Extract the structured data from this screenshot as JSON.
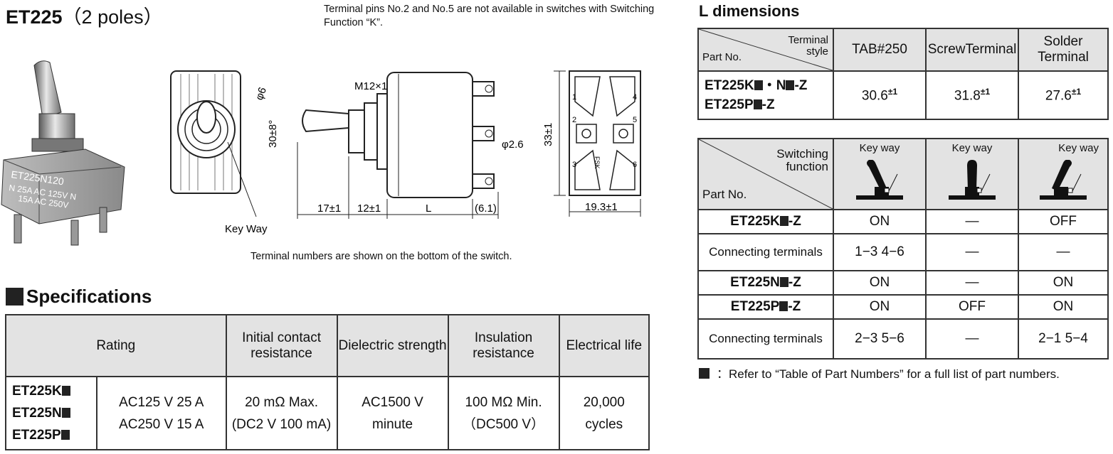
{
  "header": {
    "model": "ET225",
    "poles": "（2 poles）",
    "note_top": "Terminal pins No.2 and No.5 are not available in switches with Switching Function “K”.",
    "note_bottom": "Terminal numbers are shown on the bottom of the switch."
  },
  "photo": {
    "marking_1": "ET225N120",
    "marking_2": "N 25A AC 125V N",
    "marking_3": "15A AC 250V"
  },
  "drawing": {
    "phi6": "φ6",
    "thread": "M12×1",
    "angle": "30±8°",
    "phi26": "φ2.6",
    "h33": "33±1",
    "d17": "17±1",
    "d12": "12±1",
    "dL": "L",
    "d61": "(6.1)",
    "d193": "19.3±1",
    "key_way": "Key Way",
    "terminal_numbers": [
      "1",
      "2",
      "3",
      "4",
      "5",
      "6"
    ],
    "fsk": "FSK"
  },
  "specifications": {
    "heading": "Specifications",
    "headers": [
      "Rating",
      "Initial contact resistance",
      "Dielectric strength",
      "Insulation resistance",
      "Electrical life"
    ],
    "part_numbers": [
      "ET225K",
      "ET225N",
      "ET225P"
    ],
    "rating": [
      "AC125 V 25 A",
      "AC250 V 15 A"
    ],
    "contact_resistance": [
      "20 mΩ  Max.",
      "(DC2 V 100 mA)"
    ],
    "dielectric": [
      "AC1500 V",
      "minute"
    ],
    "insulation": [
      "100 MΩ  Min.",
      "（DC500 V）"
    ],
    "life": [
      "20,000",
      "cycles"
    ]
  },
  "l_dimensions": {
    "title": "L dimensions",
    "corner_top": "Terminal style",
    "corner_bottom": "Part No.",
    "columns": [
      "TAB#250",
      "ScrewTerminal",
      "Solder Terminal"
    ],
    "part_1": "ET225K",
    "part_1b": "・N",
    "part_1c": "-Z",
    "part_2": "ET225P",
    "part_2c": "-Z",
    "values": [
      "30.6",
      "31.8",
      "27.6"
    ],
    "tol": "±1"
  },
  "switching": {
    "corner_top": "Switching function",
    "corner_bottom": "Part No.",
    "key_way": "Key way",
    "rows": [
      {
        "part": "ET225K",
        "suffix": "-Z",
        "cells": [
          "ON",
          "—",
          "OFF"
        ],
        "bold": true
      },
      {
        "part": "Connecting terminals",
        "cells": [
          "1−3  4−6",
          "—",
          "—"
        ],
        "bold": false
      },
      {
        "part": "ET225N",
        "suffix": "-Z",
        "cells": [
          "ON",
          "—",
          "ON"
        ],
        "bold": true
      },
      {
        "part": "ET225P",
        "suffix": "-Z",
        "cells": [
          "ON",
          "OFF",
          "ON"
        ],
        "bold": true
      },
      {
        "part": "Connecting terminals",
        "cells": [
          "2−3  5−6",
          "—",
          "2−1  5−4"
        ],
        "bold": false
      }
    ]
  },
  "legend": {
    "text": "：Refer to “Table of Part Numbers” for a full list of part numbers."
  }
}
